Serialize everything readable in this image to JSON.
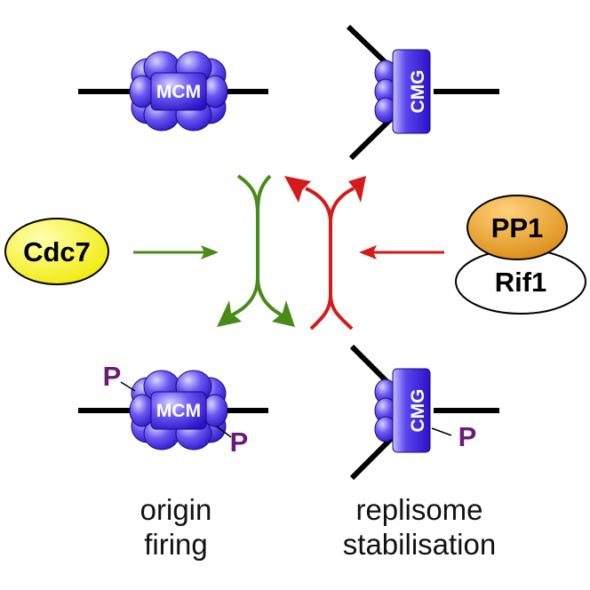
{
  "complexes": {
    "mcm_top": {
      "label": "MCM"
    },
    "cmg_top": {
      "label": "CMG"
    },
    "mcm_bottom": {
      "label": "MCM",
      "phospho_1": "P",
      "phospho_2": "P"
    },
    "cmg_bottom": {
      "label": "CMG",
      "phospho": "P"
    }
  },
  "regulators": {
    "kinase": {
      "label": "Cdc7",
      "color": "#f5f000"
    },
    "phosphatase": {
      "label": "PP1",
      "color": "#e39a1c"
    },
    "targeting_subunit": {
      "label": "Rif1"
    }
  },
  "captions": {
    "left_line1": "origin",
    "left_line2": "firing",
    "right_line1": "replisome",
    "right_line2": "stabilisation"
  },
  "colors": {
    "protein": "#3a22e6",
    "protein_light": "#b9b0ff",
    "kinase_arrow": "#4a8a1a",
    "phosphatase_arrow": "#d41a1a",
    "phospho_label": "#6b1a7a"
  },
  "icons": [
    "dna-strand-icon",
    "helicase-complex-icon",
    "reaction-arrow-icon"
  ]
}
